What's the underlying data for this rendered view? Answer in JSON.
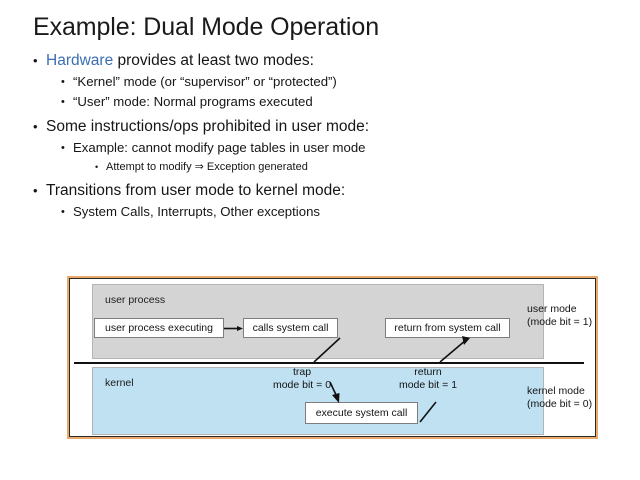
{
  "slide": {
    "title": "Example: Dual Mode Operation",
    "accent_color": "#3b6eb4",
    "bullets": [
      {
        "level": 1,
        "mark": "•",
        "accent": "Hardware",
        "rest": " provides at least two modes:"
      },
      {
        "level": 2,
        "mark": "•",
        "text": "“Kernel” mode (or “supervisor” or “protected”)"
      },
      {
        "level": 2,
        "mark": "•",
        "text": "“User” mode: Normal programs executed"
      },
      {
        "level": 1,
        "mark": "•",
        "text": "Some instructions/ops prohibited in user mode:"
      },
      {
        "level": 2,
        "mark": "•",
        "text": "Example: cannot modify page tables in user mode"
      },
      {
        "level": 3,
        "mark": "•",
        "text": "Attempt to modify ⇒ Exception generated"
      },
      {
        "level": 1,
        "mark": "•",
        "text": "Transitions from user mode to kernel mode:"
      },
      {
        "level": 2,
        "mark": "•",
        "text": "System Calls, Interrupts, Other exceptions"
      }
    ]
  },
  "diagram": {
    "frame_color": "#e8a96a",
    "user_region": {
      "label": "user process",
      "fill": "#d4d4d4"
    },
    "kernel_region": {
      "label": "kernel",
      "fill": "#bfe1f2"
    },
    "nodes": {
      "user_process_executing": "user process executing",
      "calls_system_call": "calls system call",
      "return_from_system_call": "return from system call",
      "execute_system_call": "execute system call"
    },
    "transitions": {
      "trap_title": "trap",
      "trap_detail": "mode bit = 0",
      "return_title": "return",
      "return_detail": "mode bit = 1"
    },
    "legend": {
      "user_mode_title": "user mode",
      "user_mode_detail": "(mode bit = 1)",
      "kernel_mode_title": "kernel mode",
      "kernel_mode_detail": "(mode bit = 0)"
    }
  }
}
